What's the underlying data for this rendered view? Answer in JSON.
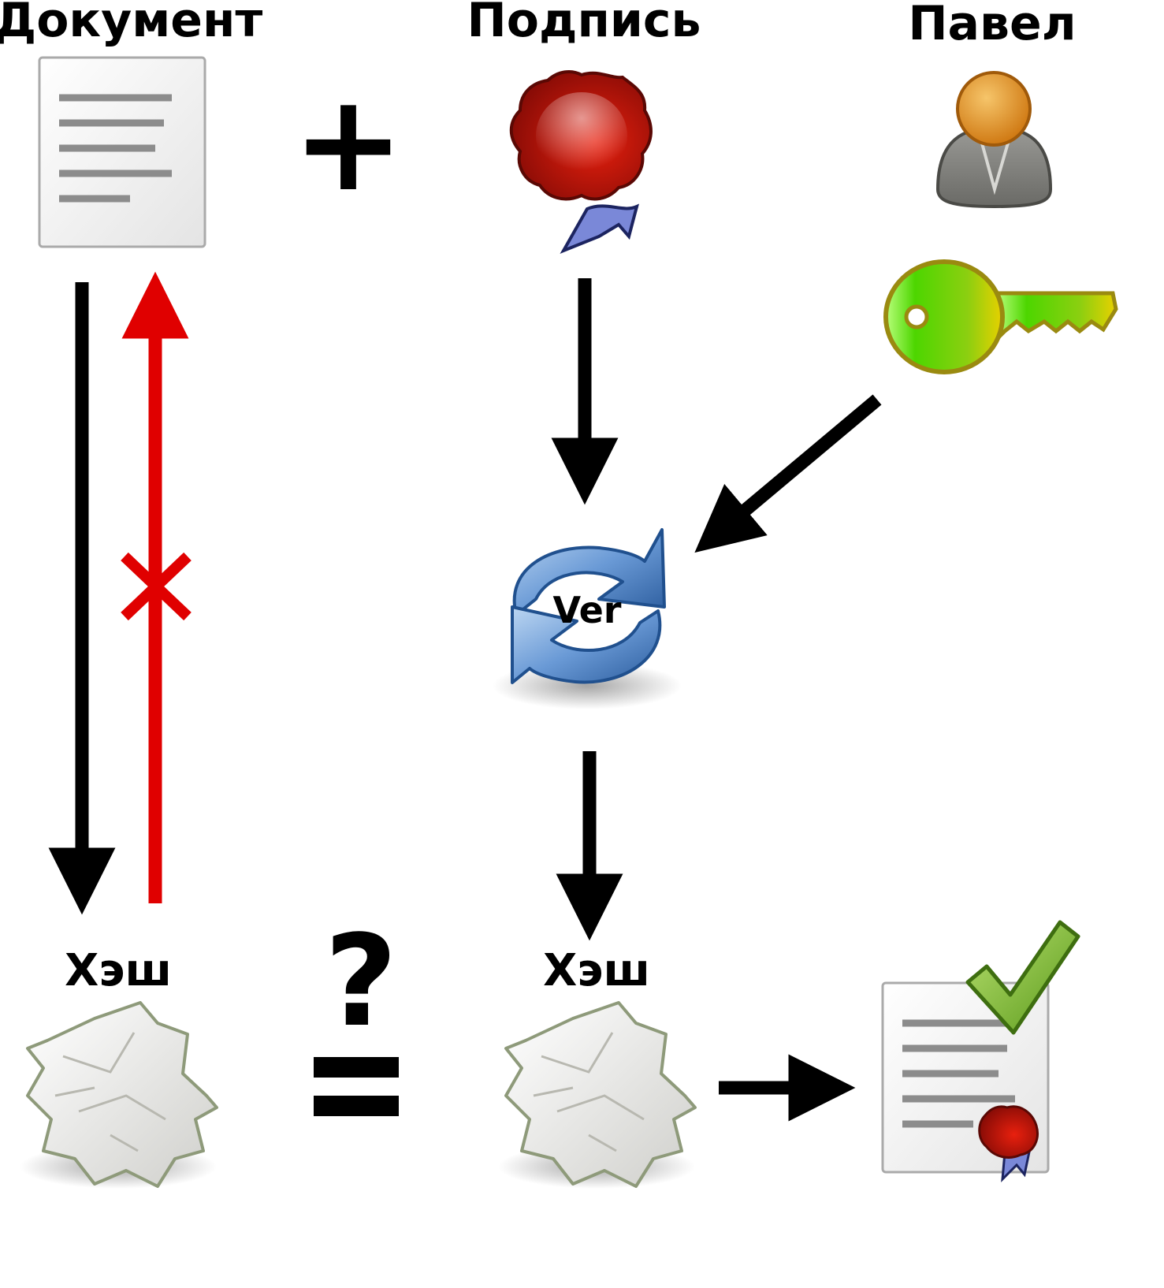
{
  "labels": {
    "document": "Документ",
    "signature": "Подпись",
    "person": "Павел",
    "hash_left": "Хэш",
    "hash_right": "Хэш",
    "verify": "Ver"
  },
  "operators": {
    "plus": "+",
    "question": "?",
    "equals": "="
  },
  "icons": {
    "document": "document-icon",
    "wax_seal": "wax-seal-icon",
    "person": "user-icon",
    "key": "key-icon",
    "refresh": "refresh-icon",
    "crumpled_paper_left": "crumpled-paper-icon",
    "crumpled_paper_right": "crumpled-paper-icon",
    "signed_document": "verified-signed-document-icon"
  },
  "colors": {
    "arrow": "#000000",
    "blocked_arrow": "#e00000",
    "seal_red": "#c4160a",
    "key_green": "#4dd600",
    "key_yellow": "#e8d000",
    "refresh_blue": "#4a7fc0",
    "check_green": "#7ab32e",
    "person_orange": "#e8a03a"
  }
}
